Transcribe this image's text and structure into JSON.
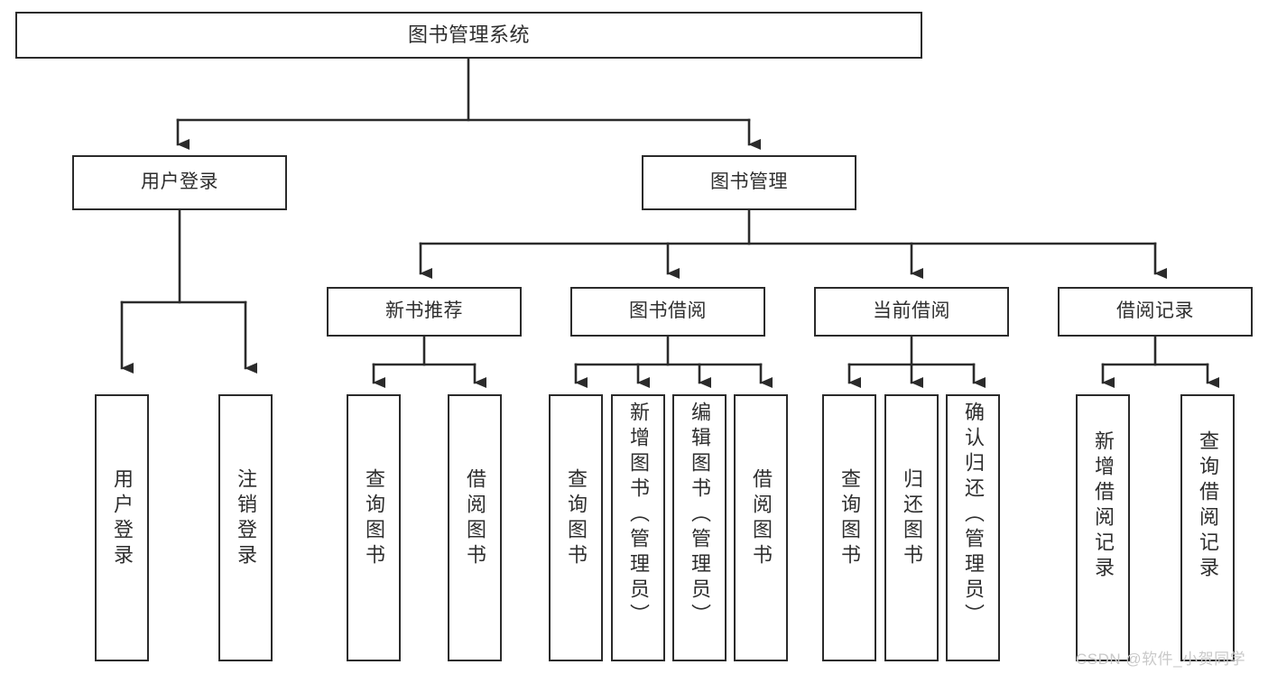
{
  "diagram": {
    "title": "图书管理系统",
    "type": "hierarchy-tree",
    "watermark": "CSDN @软件_小贺同学",
    "colors": {
      "border": "#2b2b2b",
      "text": "#2e2e2e",
      "background": "#ffffff",
      "connector": "#2b2b2b",
      "watermark": "#c9c9c9"
    },
    "nodes": {
      "root": {
        "label": "图书管理系统"
      },
      "level2": [
        {
          "label": "用户登录"
        },
        {
          "label": "图书管理"
        }
      ],
      "level3": [
        {
          "label": "新书推荐"
        },
        {
          "label": "图书借阅"
        },
        {
          "label": "当前借阅"
        },
        {
          "label": "借阅记录"
        }
      ],
      "leaves_user_login": [
        {
          "label": "用户登录"
        },
        {
          "label": "注销登录"
        }
      ],
      "leaves_new_book": [
        {
          "label": "查询图书"
        },
        {
          "label": "借阅图书"
        }
      ],
      "leaves_borrow": [
        {
          "label": "查询图书"
        },
        {
          "label": "新增图书（管理员）"
        },
        {
          "label": "编辑图书（管理员）"
        },
        {
          "label": "借阅图书"
        }
      ],
      "leaves_current": [
        {
          "label": "查询图书"
        },
        {
          "label": "归还图书"
        },
        {
          "label": "确认归还（管理员）"
        }
      ],
      "leaves_records": [
        {
          "label": "新增借阅记录"
        },
        {
          "label": "查询借阅记录"
        }
      ]
    }
  }
}
